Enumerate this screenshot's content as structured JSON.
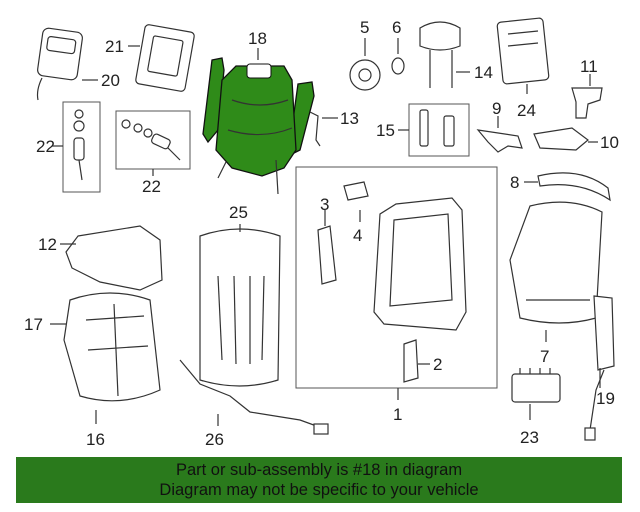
{
  "diagram": {
    "callouts": {
      "c1": "1",
      "c2": "2",
      "c3": "3",
      "c4": "4",
      "c5": "5",
      "c6": "6",
      "c7": "7",
      "c8": "8",
      "c9": "9",
      "c10": "10",
      "c11": "11",
      "c12": "12",
      "c13": "13",
      "c14": "14",
      "c15": "15",
      "c16": "16",
      "c17": "17",
      "c18": "18",
      "c19": "19",
      "c20": "20",
      "c21": "21",
      "c22a": "22",
      "c22b": "22",
      "c23": "23",
      "c24": "24",
      "c25": "25",
      "c26": "26"
    },
    "highlighted_part": "18",
    "highlight_color": "#2f8b19"
  },
  "banner": {
    "line1": "Part or sub-assembly is #18 in diagram",
    "line2": "Diagram may not be specific to your vehicle",
    "background": "#2a7a1c"
  }
}
